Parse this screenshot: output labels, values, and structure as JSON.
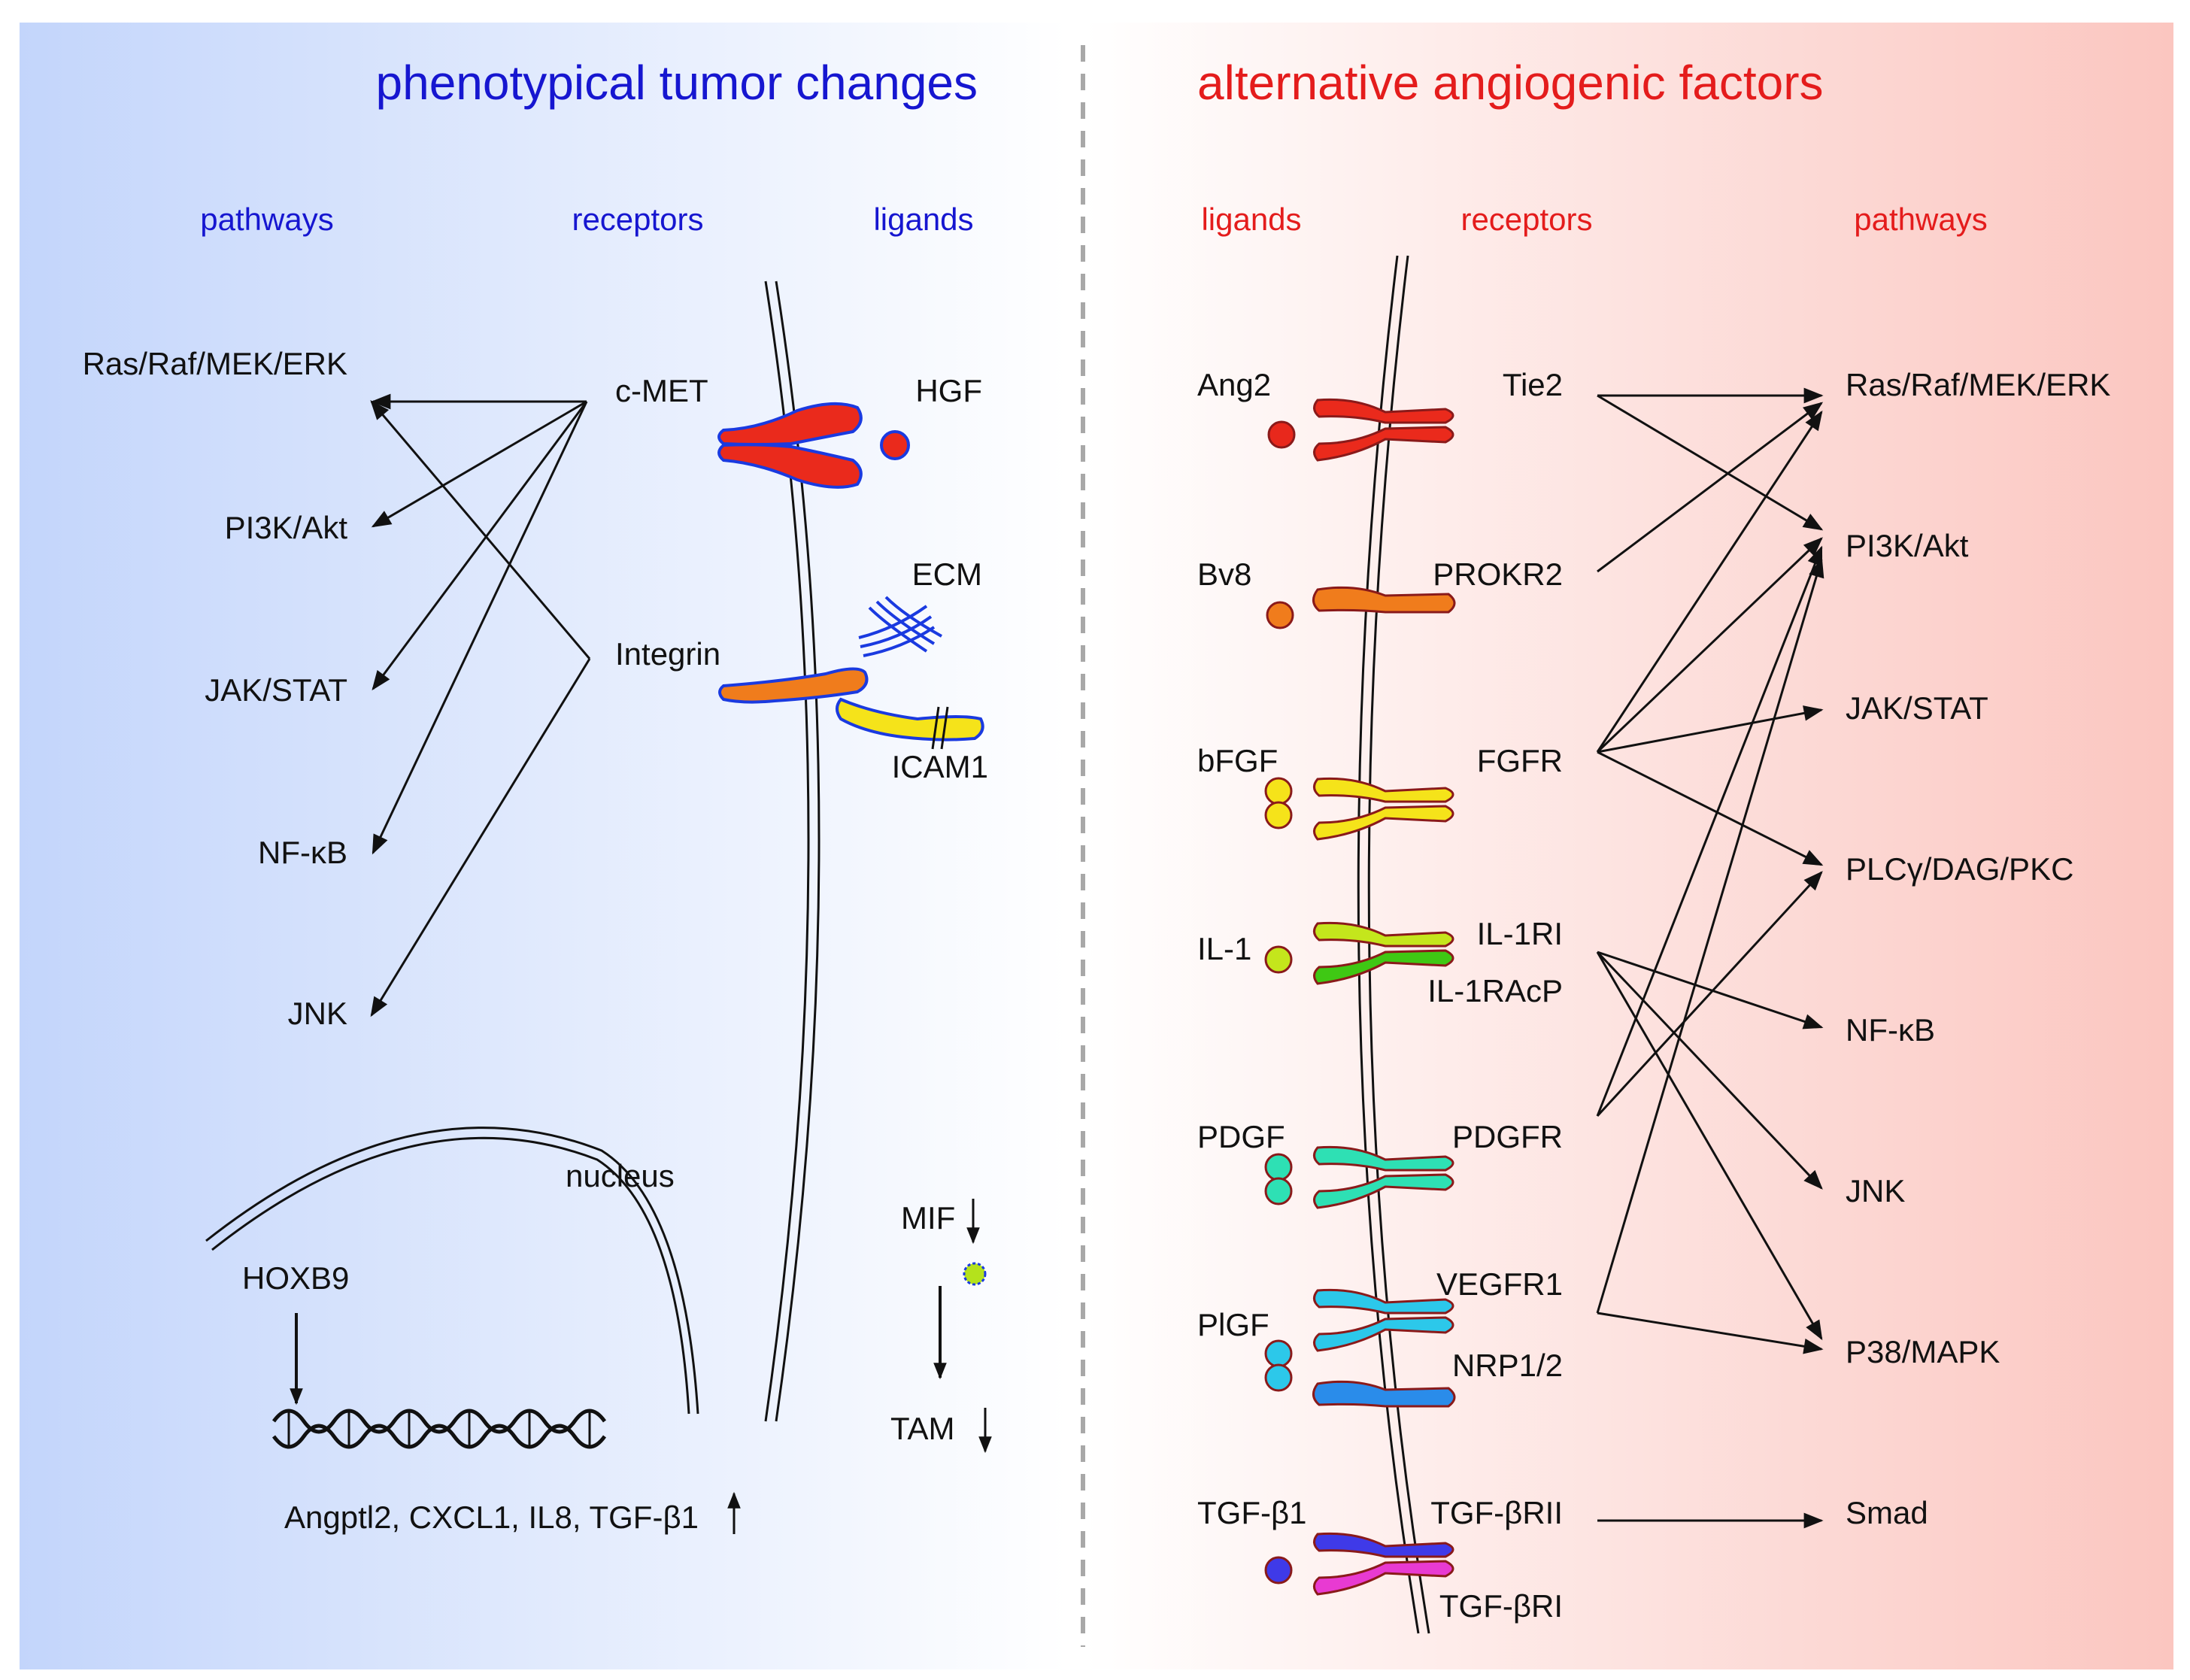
{
  "colors": {
    "left_accent": "#1616d0",
    "right_accent": "#e41c1c",
    "left_bg": "#c6d7fb",
    "right_bg": "#fbc9c4",
    "divider": "#a8a8a8",
    "arrow": "#111111"
  },
  "left": {
    "title": "phenotypical tumor changes",
    "headers": {
      "pathways": "pathways",
      "receptors": "receptors",
      "ligands": "ligands"
    },
    "pathways": [
      "Ras/Raf/MEK/ERK",
      "PI3K/Akt",
      "JAK/STAT",
      "NF-κB",
      "JNK"
    ],
    "receptors": {
      "cmet": "c-MET",
      "integrin": "Integrin"
    },
    "ligands": {
      "hgf": "HGF",
      "ecm": "ECM",
      "icam1": "ICAM1"
    },
    "nucleus": "nucleus",
    "hoxb9": "HOXB9",
    "genes": "Angptl2, CXCL1, IL8, TGF-β1",
    "mif": "MIF",
    "tam": "TAM"
  },
  "right": {
    "title": "alternative angiogenic factors",
    "headers": {
      "ligands": "ligands",
      "receptors": "receptors",
      "pathways": "pathways"
    },
    "ligands": [
      "Ang2",
      "Bv8",
      "bFGF",
      "IL-1",
      "PDGF",
      "PlGF",
      "TGF-β1"
    ],
    "receptors": [
      "Tie2",
      "PROKR2",
      "FGFR",
      "IL-1RI",
      "IL-1RAcP",
      "PDGFR",
      "VEGFR1",
      "NRP1/2",
      "TGF-βRII",
      "TGF-βRI"
    ],
    "pathways": [
      "Ras/Raf/MEK/ERK",
      "PI3K/Akt",
      "JAK/STAT",
      "PLCγ/DAG/PKC",
      "NF-κB",
      "JNK",
      "P38/MAPK",
      "Smad"
    ]
  }
}
